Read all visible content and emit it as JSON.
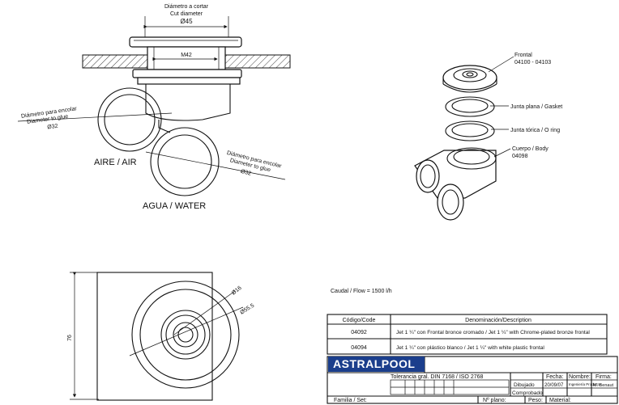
{
  "top_view": {
    "cut_label_es": "Diámetro a cortar",
    "cut_label_en": "Cut diameter",
    "cut_value": "Ø45",
    "thread_label": "M42",
    "glue_label_es": "Diámetro para encolar",
    "glue_label_en": "Diameter to glue",
    "glue_value": "Ø32",
    "air_label": "AIRE / AIR",
    "water_label": "AGUA / WATER"
  },
  "exploded_view": {
    "frontal_label": "Frontal",
    "frontal_codes": "04100 - 04103",
    "gasket_label": "Junta plana / Gasket",
    "oring_label": "Junta tórica / O ring",
    "body_label": "Cuerpo / Body",
    "body_code": "04098"
  },
  "front_view": {
    "height_dim": "76",
    "small_dia": "Ø16",
    "large_dia": "Ø55.5"
  },
  "flow": "Caudal / Flow = 1500 l/h",
  "parts_table": {
    "header_code": "Código/Code",
    "header_desc": "Denominación/Description",
    "rows": [
      {
        "code": "04092",
        "desc": "Jet 1 ¼\" con Frontal bronce cromado / Jet 1 ¼\" with Chrome-plated bronze frontal"
      },
      {
        "code": "04094",
        "desc": "Jet 1 ¼\" con plástico blanco / Jet 1 ¼\" with white plastic frontal"
      }
    ]
  },
  "title_block": {
    "logo": "ASTRALPOOL",
    "tolerance": "Tolerancia gral. DIN 7168 / ISO 2768",
    "fecha": "Fecha:",
    "nombre": "Nombre:",
    "firma": "Firma:",
    "dibujado": "Dibujado",
    "date": "20/09/07",
    "dept": "Ingeniería Producto",
    "drawer": "M. Benaut",
    "comprobado": "Comprobado",
    "familia": "Familia / Set:",
    "plano": "Nº plano:",
    "peso": "Peso:",
    "material": "Material:"
  },
  "colors": {
    "logo_bg": "#1b3e8c"
  }
}
